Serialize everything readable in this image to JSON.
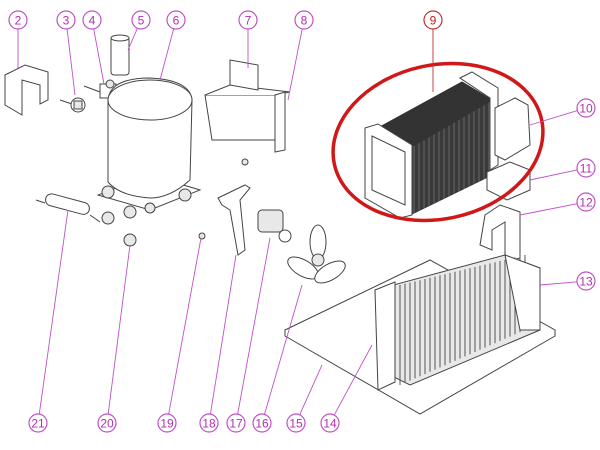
{
  "diagram": {
    "labels": [
      "2",
      "3",
      "4",
      "5",
      "6",
      "7",
      "8",
      "9",
      "10",
      "11",
      "12",
      "13",
      "14",
      "15",
      "16",
      "17",
      "18",
      "19",
      "20",
      "21"
    ],
    "highlighted_label": "9",
    "colors": {
      "callout": "#c050c8",
      "highlight": "#d01818",
      "highlight_label": "#c03030"
    }
  }
}
